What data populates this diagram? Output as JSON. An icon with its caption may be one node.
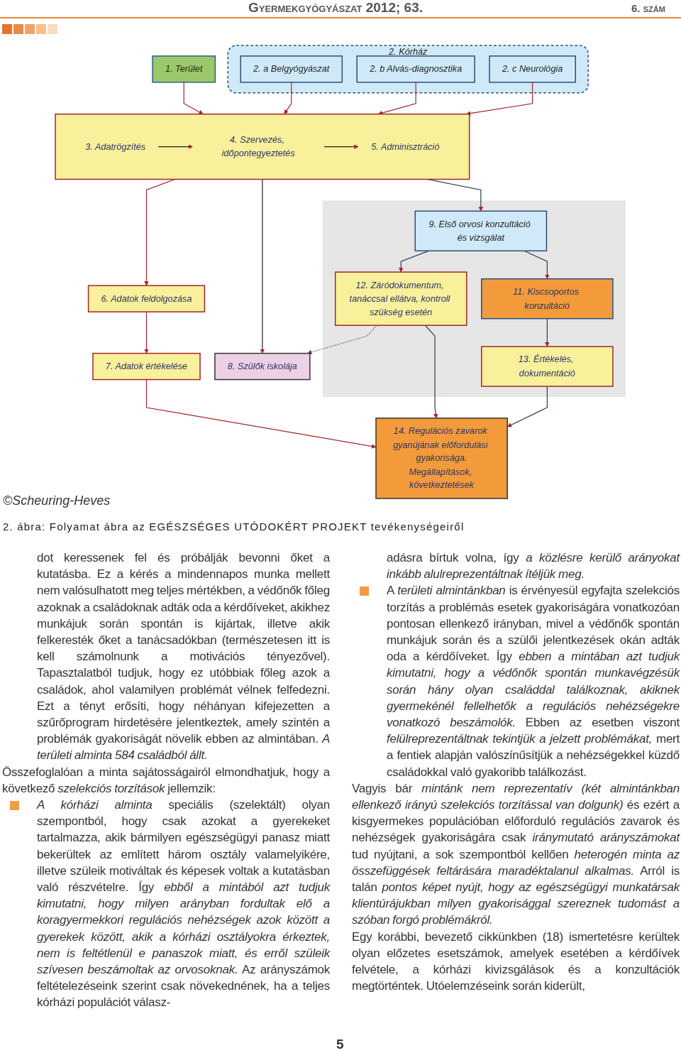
{
  "diagram": {
    "caption": "2. ábra: Folyamat ábra az EGÉSZSÉGES UTÓDOKÉRT PROJEKT tevékenységeiről",
    "nodes": [
      {
        "text": [
          "1. Terület"
        ]
      },
      {
        "text": [
          "2. Kórház"
        ]
      },
      {
        "text": [
          "2. a Belgyógyászat"
        ],
        "in": 1
      },
      {
        "text": [
          "2. b Alvás-diagnosztika"
        ],
        "in": 1
      },
      {
        "text": [
          "2. c Neurológia"
        ],
        "in": 1
      },
      {
        "text": [],
        "shape": "box"
      },
      {
        "text": [
          "3. Adatrögzítés"
        ],
        "in": 5
      },
      {
        "text": [
          "4. Szervezés, időpontegyeztetés"
        ],
        "in": 5
      },
      {
        "text": [
          "5. Adminisztráció"
        ],
        "in": 5
      },
      {
        "text": [
          "6. Adatok feldolgozása"
        ]
      },
      {
        "text": [
          "8. Szülők iskolája"
        ]
      },
      {
        "text": [],
        "shape": "box"
      },
      {
        "text": [
          "9. Első orvosi konzultáció és vizsgálat"
        ],
        "in": 11
      },
      {
        "text": [
          "11. Kiscsoportos konzultáció"
        ],
        "in": 11
      },
      {
        "text": [
          "7. Adatok értékelése"
        ]
      },
      {
        "text": [
          "12. Záródokumentum, tanáccsal ellátva, kontroll szükség esetén"
        ],
        "in": 11
      },
      {
        "text": [
          "13. Értékelés, dokumentáció"
        ],
        "in": 11
      },
      {
        "text": [
          "14. Regulációs zavarok gyanújának előfordulási gyakorisága.",
          "Megállapítások, következtetések"
        ]
      }
    ],
    "edges": [
      {
        "from": 0,
        "to": 5,
        "arrow": "to"
      },
      {
        "from": 2,
        "to": 5,
        "arrow": "to"
      },
      {
        "from": 3,
        "to": 5,
        "arrow": "to"
      },
      {
        "from": 4,
        "to": 5,
        "arrow": "to"
      },
      {
        "from": 6,
        "to": 7,
        "arrow": "to",
        "color": "#222222"
      },
      {
        "from": 7,
        "to": 8,
        "arrow": "to",
        "color": "#222222"
      },
      {
        "from": 5,
        "to": 9,
        "arrow": "to"
      },
      {
        "from": 5,
        "to": 10,
        "arrow": "to",
        "color": "#222222"
      },
      {
        "from": 5,
        "to": 12,
        "arrow": "to",
        "color": "#2d3a55"
      },
      {
        "from": 9,
        "to": 14,
        "arrow": "to"
      },
      {
        "from": 12,
        "to": 15,
        "arrow": "to",
        "color": "#2d3a55"
      },
      {
        "from": 12,
        "to": 13,
        "arrow": "to",
        "color": "#2d3a55"
      },
      {
        "from": 13,
        "to": 16,
        "arrow": "to",
        "color": "#2d3a55"
      },
      {
        "from": 15,
        "to": 10,
        "arrow": "to",
        "style": "dashed",
        "color": "#5a5a5a"
      },
      {
        "from": 14,
        "to": 17,
        "arrow": "to"
      },
      {
        "from": 15,
        "to": 17,
        "arrow": "to",
        "color": "#2d3a55"
      },
      {
        "from": 16,
        "to": 17,
        "arrow": "to",
        "color": "#2d3a55"
      }
    ],
    "labels": [
      "Gyermekgyógyászat 2012; 63.",
      "6. szám",
      "©Scheuring-Heves",
      "dot keressenek fel és próbálják bevonni őket a kutatásba. Ez a kérés a mindennapos munka mellett nem valósulhatott meg teljes mértékben, a védőnők főleg azoknak a családoknak adták oda a kérdőíveket, akikhez munkájuk során spontán is kijártak, illetve akik felkeresték őket a tanácsadókban (természetesen itt is kell számolnunk a motivációs tényezővel). Tapasztalatból tudjuk, hogy ez utóbbiak főleg azok a családok, ahol valamilyen problémát vélnek felfedezni. Ezt a tényt erősíti, hogy néhányan kifejezetten a szűrőprogram hirdetésére jelentkeztek, amely szintén a problémák gyakoriságát növelik ebben az almintában. *A területi alminta 584 családból állt.*",
      "Összefoglalóan a minta sajátosságairól elmondhatjuk, hogy a következő *szelekciós torzítások* jellemzik:",
      "*A kórházi alminta* speciális (szelektált) olyan szempontból, hogy csak azokat a gyerekeket tartalmazza, akik bármilyen egészségügyi panasz miatt bekerültek az említett három osztály valamelyikére, illetve szüleik motiváltak és képesek voltak a kutatásban való részvételre. Így *ebből a mintából azt tudjuk kimutatni, hogy milyen arányban fordultak elő a koragyermekkori regulációs nehézségek azok között a gyerekek között, akik a kórházi osztályokra érkeztek, nem is feltétlenül e panaszok miatt, és erről szüleik szívesen beszámoltak az orvosoknak.* Az arányszámok feltételezéseink szerint csak növekednének, ha a teljes kórházi populációt válasz-",
      "adásra bírtuk volna, így *a közlésre kerülő arányokat inkább alulreprezentáltnak ítéljük meg.*",
      "A *területi almintánkban* is érvényesül egyfajta szelekciós torzítás a problémás esetek gyakoriságára vonatkozóan pontosan ellenkező irányban, mivel a védőnők spontán munkájuk során és a szülői jelentkezések okán adták oda a kérdőíveket. Így *ebben a mintában azt tudjuk kimutatni, hogy a védőnők spontán munkavégzésük során hány olyan családdal találkoznak, akiknek gyermekénél fellelhetők a regulációs nehézségekre vonatkozó beszámolók.* Ebben az esetben viszont *felülreprezentáltnak tekintjük a jelzett problémákat,* mert a fentiek alapján valószínűsítjük a nehézségekkel küzdő családokkal való gyakoribb találkozást.",
      "Vagyis bár *mintánk nem reprezentatív (két almintánkban ellenkező irányú szelekciós torzítással van dolgunk)* és ezért a kisgyermekes populációban előforduló regulációs zavarok és nehézségek gyakoriságára csak *iránymutató arányszámokat* tud nyújtani, a sok szempontból kellően *heterogén minta az összefüggések feltárására maradéktalanul alkalmas.* Arról is talán *pontos képet nyújt, hogy az egészségügyi munkatársak klientúrájukban milyen gyakorisággal szereznek tudomást a szóban forgó problémákról.*",
      "Egy korábbi, bevezető cikkünkben (18) ismertetésre kerültek olyan előzetes esetszámok, amelyek esetében a kérdőívek felvétele, a kórházi kivizsgálások és a konzultációk megtörténtek. Utóelemzéseink során kiderült,",
      "5"
    ]
  }
}
